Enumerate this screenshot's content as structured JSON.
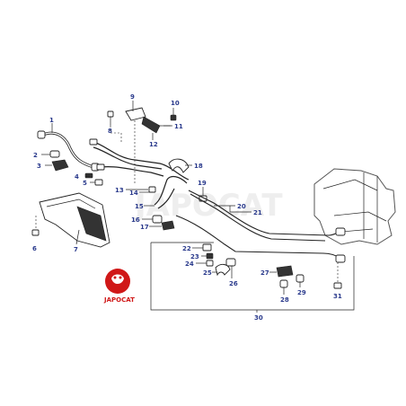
{
  "labels": {
    "p1": "1",
    "p2": "2",
    "p3": "3",
    "p4": "4",
    "p5": "5",
    "p6": "6",
    "p7": "7",
    "p8": "8",
    "p9": "9",
    "p10": "10",
    "p11": "11",
    "p12": "12",
    "p13": "13",
    "p14": "14",
    "p15": "15",
    "p16": "16",
    "p17": "17",
    "p18": "18",
    "p19": "19",
    "p20": "20",
    "p21": "21",
    "p22": "22",
    "p23": "23",
    "p24": "24",
    "p25": "25",
    "p26": "26",
    "p27": "27",
    "p28": "28",
    "p29": "29",
    "p30": "30",
    "p31": "31"
  },
  "watermark": "JAPOCAT",
  "logo": {
    "text": "JAPOCAT",
    "color": "#d01818"
  },
  "colors": {
    "label": "#2a3a8c",
    "line": "#222222",
    "logo": "#d01818"
  }
}
